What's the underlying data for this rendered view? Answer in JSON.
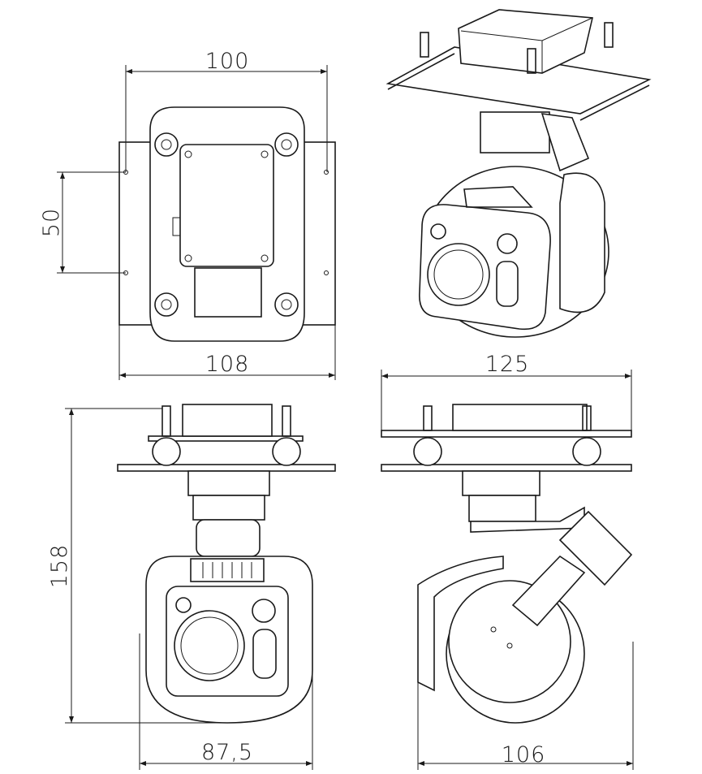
{
  "dimensions": {
    "top_width": "100",
    "mount_hole_spacing": "50",
    "plate_width": "108",
    "side_plate_width": "125",
    "total_height": "158",
    "front_width": "87,5",
    "side_width": "106"
  },
  "colors": {
    "line": "#1a1a1a",
    "background": "#ffffff"
  }
}
